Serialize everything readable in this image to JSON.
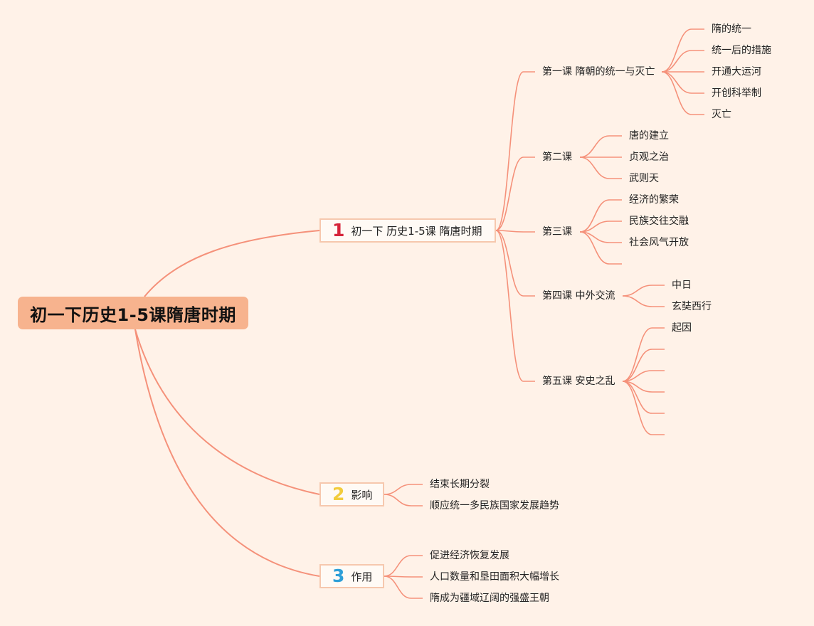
{
  "title": "初一下历史1-5课隋唐时期",
  "colors": {
    "line": "#f5917a",
    "root": "#f7b38e",
    "num1": "#d6243a",
    "num2": "#f2cc3c",
    "num3": "#2d9fd8"
  },
  "branches": [
    {
      "number": "1",
      "label": "初一下 历史1-5课 隋唐时期",
      "lessons": [
        {
          "label": "第一课 隋朝的统一与灭亡",
          "items": [
            "隋的统一",
            "统一后的措施",
            "开通大运河",
            "开创科举制",
            "灭亡"
          ]
        },
        {
          "label": "第二课",
          "items": [
            "唐的建立",
            "贞观之治",
            "武则天"
          ]
        },
        {
          "label": "第三课",
          "items": [
            "经济的繁荣",
            "民族交往交融",
            "社会风气开放"
          ]
        },
        {
          "label": "第四课 中外交流",
          "items": [
            "中日",
            "玄奘西行"
          ]
        },
        {
          "label": "第五课 安史之乱",
          "items": [
            "起因"
          ]
        }
      ]
    },
    {
      "number": "2",
      "label": "影响",
      "items": [
        "结束长期分裂",
        "顺应统一多民族国家发展趋势"
      ]
    },
    {
      "number": "3",
      "label": "作用",
      "items": [
        "促进经济恢复发展",
        "人口数量和垦田面积大幅增长",
        "隋成为疆域辽阔的强盛王朝"
      ]
    }
  ]
}
